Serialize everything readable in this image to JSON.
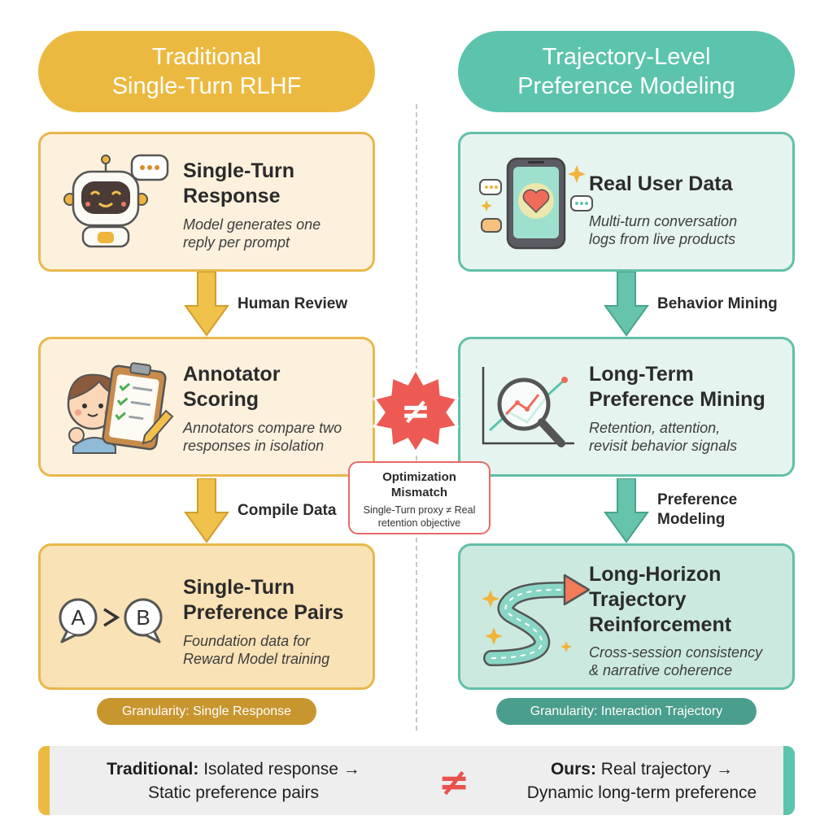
{
  "headers": {
    "left": "Traditional\nSingle-Turn RLHF",
    "right": "Trajectory-Level\nPreference Modeling"
  },
  "left_column": {
    "cards": [
      {
        "title": "Single-Turn\nResponse",
        "desc": "Model generates one\nreply per prompt",
        "icon": "robot-icon"
      },
      {
        "title": "Annotator\nScoring",
        "desc": "Annotators compare two\nresponses in isolation",
        "icon": "annotator-clipboard-icon"
      },
      {
        "title": "Single-Turn\nPreference Pairs",
        "desc": "Foundation data for\nReward Model training",
        "icon": "a-greater-than-b-icon"
      }
    ],
    "steps": [
      "Human Review",
      "Compile Data"
    ],
    "granularity": "Granularity: Single Response"
  },
  "right_column": {
    "cards": [
      {
        "title": "Real User Data",
        "desc": "Multi-turn conversation\nlogs from live products",
        "icon": "smartphone-heart-icon"
      },
      {
        "title": "Long-Term\nPreference Mining",
        "desc": "Retention, attention,\nrevisit behavior signals",
        "icon": "magnifier-chart-icon"
      },
      {
        "title": "Long-Horizon\nTrajectory\nReinforcement",
        "desc": "Cross-session consistency\n& narrative coherence",
        "icon": "winding-path-icon"
      }
    ],
    "steps": [
      "Behavior Mining",
      "Preference\nModeling"
    ],
    "granularity": "Granularity: Interaction Trajectory"
  },
  "center": {
    "badge_symbol": "≠",
    "mismatch_title": "Optimization\nMismatch",
    "mismatch_sub": "Single-Turn proxy ≠ Real\nretention objective"
  },
  "summary": {
    "left_bold": "Traditional:",
    "left_rest": " Isolated response →",
    "left_line2": "Static preference pairs",
    "symbol": "≠",
    "right_bold": "Ours:",
    "right_rest": " Real trajectory →",
    "right_line2": "Dynamic long-term preference"
  },
  "colors": {
    "gold": "#ecb940",
    "teal": "#5cc4ad",
    "red": "#e9524d"
  }
}
